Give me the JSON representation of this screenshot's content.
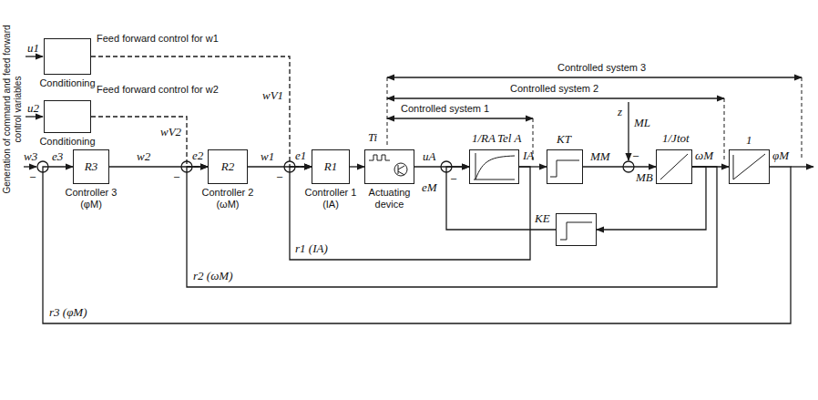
{
  "diagram": {
    "nodes": [
      {
        "text": [
          "Conditioning"
        ]
      },
      {
        "text": [
          "Conditioning"
        ]
      },
      {
        "text": [
          "R3",
          "Controller 3 (φM)"
        ]
      },
      {
        "text": [
          "R2",
          "Controller 2 (ωM)"
        ]
      },
      {
        "text": [
          "R1",
          "Controller 1 (IA)"
        ]
      },
      {
        "text": [
          "Actuating device"
        ]
      },
      {
        "text": [
          "1/RA",
          "Tel A"
        ]
      },
      {
        "text": [
          "KT"
        ]
      },
      {
        "text": [
          "1/Jtot"
        ]
      },
      {
        "text": [
          "1"
        ]
      },
      {
        "text": [
          "KE"
        ]
      }
    ],
    "edges": [
      {
        "from": 0,
        "to": 4,
        "arrow": "to"
      },
      {
        "from": 1,
        "to": 3,
        "arrow": "to"
      },
      {
        "from": 2,
        "to": 3,
        "arrow": "to"
      },
      {
        "from": 3,
        "to": 4,
        "arrow": "to"
      },
      {
        "from": 4,
        "to": 5,
        "arrow": "to"
      },
      {
        "from": 5,
        "to": 6,
        "arrow": "to"
      },
      {
        "from": 6,
        "to": 7,
        "arrow": "to"
      },
      {
        "from": 7,
        "to": 8,
        "arrow": "to"
      },
      {
        "from": 8,
        "to": 9,
        "arrow": "to"
      },
      {
        "from": 8,
        "to": 10,
        "arrow": "to"
      },
      {
        "from": 10,
        "to": 6,
        "arrow": "to"
      },
      {
        "from": 6,
        "to": 4,
        "arrow": "to"
      },
      {
        "from": 8,
        "to": 3,
        "arrow": "to"
      },
      {
        "from": 9,
        "to": 2,
        "arrow": "to"
      }
    ],
    "labels": [
      "Generation of command and feed forward control variables",
      "u1",
      "u2",
      "Feed forward control for w1",
      "Feed forward control for w2",
      "wV1",
      "wV2",
      "Controlled system 3",
      "Controlled system 2",
      "Controlled system 1",
      "w3",
      "e3",
      "w2",
      "e2",
      "w1",
      "e1",
      "Ti",
      "uA",
      "eM",
      "IA",
      "MM",
      "z",
      "ML",
      "MB",
      "ωM",
      "φM",
      "r1 (IA)",
      "r2 (ωM)",
      "r3 (φM)",
      "–",
      "–",
      "–",
      "–",
      "–"
    ]
  }
}
